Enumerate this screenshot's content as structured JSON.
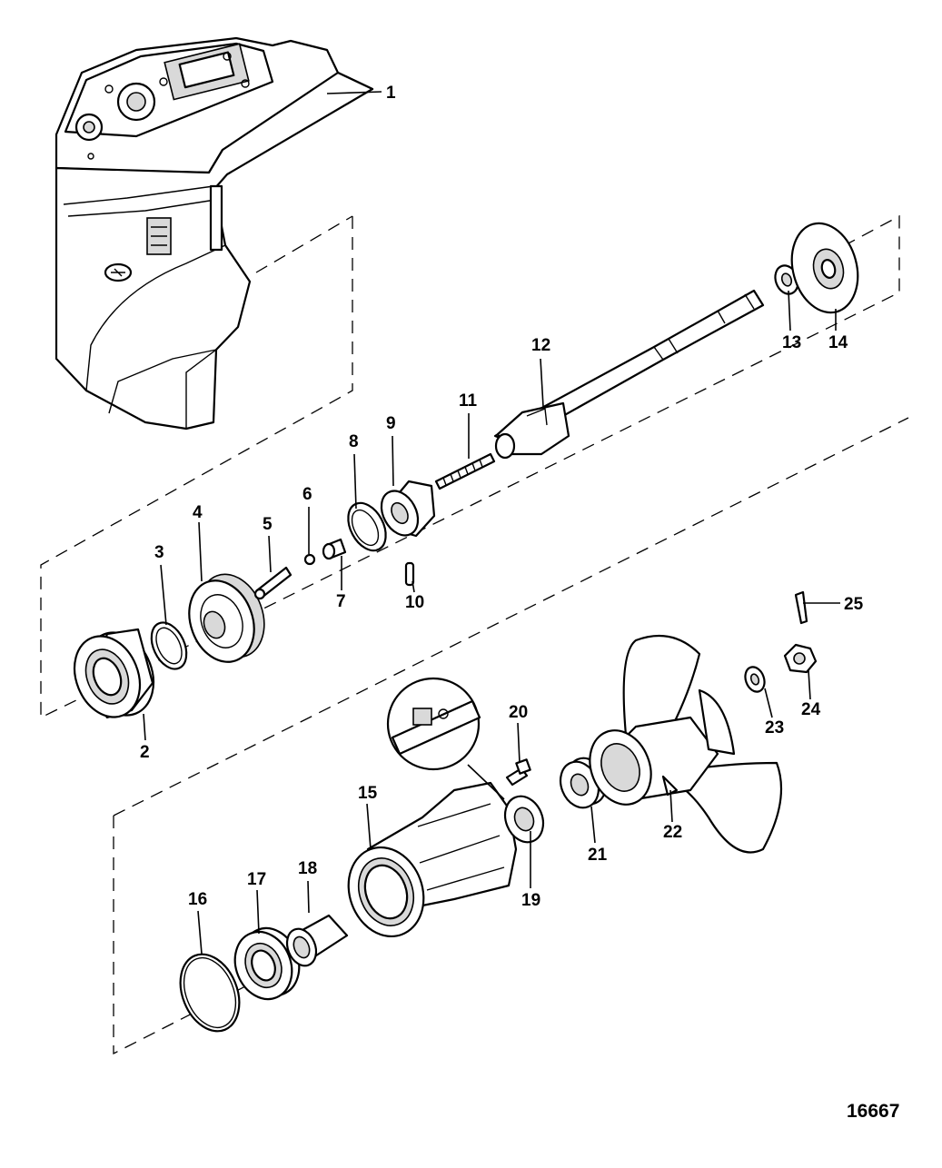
{
  "callouts": {
    "c1": "1",
    "c2": "2",
    "c3": "3",
    "c4": "4",
    "c5": "5",
    "c6": "6",
    "c7": "7",
    "c8": "8",
    "c9": "9",
    "c10": "10",
    "c11": "11",
    "c12": "12",
    "c13": "13",
    "c14": "14",
    "c15": "15",
    "c16": "16",
    "c17": "17",
    "c18": "18",
    "c19": "19",
    "c20": "20",
    "c21": "21",
    "c22": "22",
    "c23": "23",
    "c24": "24",
    "c25": "25"
  },
  "figure_id": "16667"
}
